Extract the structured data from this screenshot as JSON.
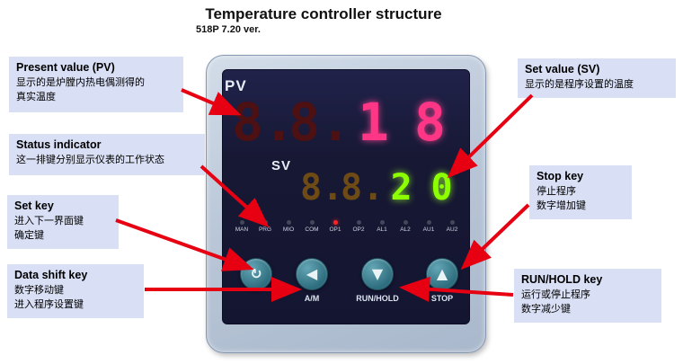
{
  "title": {
    "main": "Temperature controller structure",
    "version": "518P 7.20 ver."
  },
  "device": {
    "pv_label": "PV",
    "sv_label": "SV",
    "pv_digits": [
      "8.",
      "8.",
      "1",
      "8"
    ],
    "sv_digits": [
      "8.",
      "8.",
      "2",
      "0"
    ],
    "led_labels": [
      "MAN",
      "PRG",
      "MIO",
      "COM",
      "OP1",
      "OP2",
      "AL1",
      "AL2",
      "AU1",
      "AU2"
    ],
    "active_led": "OP1",
    "buttons": [
      {
        "name": "cycle",
        "glyph": "↻",
        "label": ""
      },
      {
        "name": "am",
        "glyph": "◀",
        "label": "A/M"
      },
      {
        "name": "run-hold",
        "glyph": "▼",
        "label": "RUN/HOLD"
      },
      {
        "name": "stop",
        "glyph": "▲",
        "label": "STOP"
      }
    ]
  },
  "callouts": {
    "pv": {
      "title": "Present value (PV)",
      "lines": [
        "显示的是炉膛内热电偶测得的",
        "真实温度"
      ]
    },
    "status": {
      "title": "Status  indicator",
      "lines": [
        "这一排键分别显示仪表的工作状态"
      ]
    },
    "set": {
      "title": "Set key",
      "lines": [
        "进入下一界面键",
        "确定键"
      ]
    },
    "data_shift": {
      "title": "Data shift key",
      "lines": [
        "数字移动键",
        "进入程序设置键"
      ]
    },
    "sv": {
      "title": "Set value (SV)",
      "lines": [
        "显示的是程序设置的温度"
      ]
    },
    "stop": {
      "title": "Stop key",
      "lines": [
        "停止程序",
        "数字增加键"
      ]
    },
    "run_hold": {
      "title": "RUN/HOLD key",
      "lines": [
        "运行或停止程序",
        "数字减少键"
      ]
    }
  },
  "colors": {
    "arrow": "#e60012",
    "callout_bg": "#d9dff4",
    "pv_bright": "#ff3585",
    "sv_bright": "#8cff00",
    "led_active": "#ff2222"
  }
}
